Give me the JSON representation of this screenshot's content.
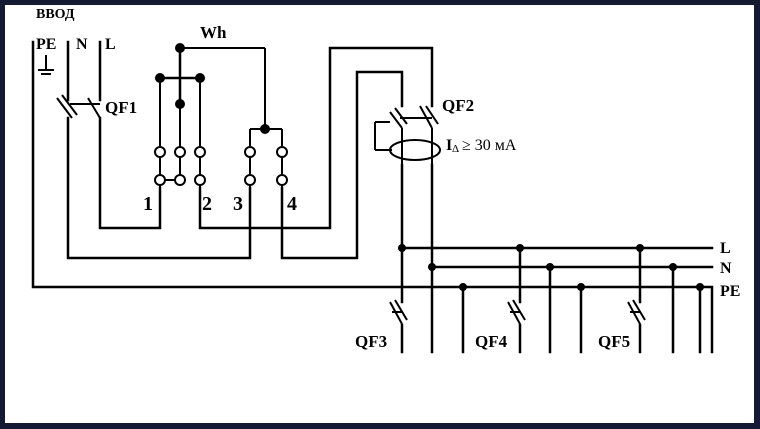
{
  "diagram": {
    "colors": {
      "background": "#ffffff",
      "frame": "#141a33",
      "line": "#000000"
    },
    "labels": {
      "input": "ВВОД",
      "pe_in": "PE",
      "n_in": "N",
      "l_in": "L",
      "qf1": "QF1",
      "meter": "Wh",
      "t1": "1",
      "t2": "2",
      "t3": "3",
      "t4": "4",
      "qf2": "QF2",
      "rcd_i": "I",
      "rcd_delta": "Δ",
      "rcd_rating": "≥ 30 мА",
      "bus_l": "L",
      "bus_n": "N",
      "bus_pe": "PE",
      "qf3": "QF3",
      "qf4": "QF4",
      "qf5": "QF5"
    }
  }
}
